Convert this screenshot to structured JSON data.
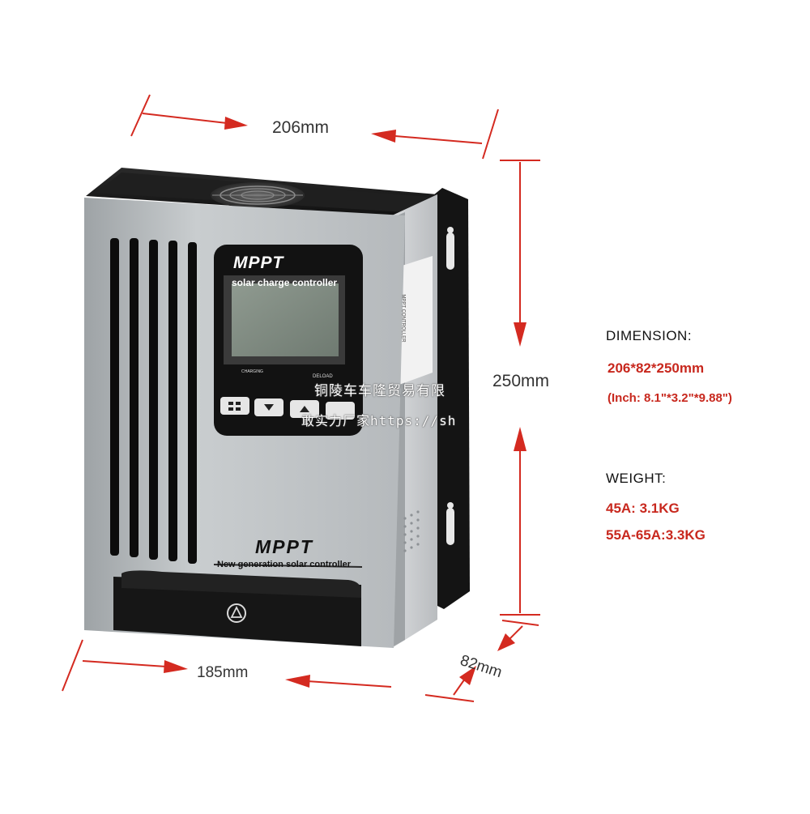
{
  "dimensions": {
    "width_label": "206mm",
    "height_label": "250mm",
    "depth_label": "82mm",
    "front_width_label": "185mm"
  },
  "device": {
    "panel_title": "MPPT",
    "panel_subtitle": "solar charge controller",
    "lcd_left_caption": "CHARGING",
    "lcd_right_caption": "DELOAD",
    "front_title": "MPPT",
    "front_subtitle": "New generation solar controller",
    "side_label": "MPPT CONTROLLER"
  },
  "specs": {
    "dimension_heading": "DIMENSION:",
    "dimension_value": "206*82*250mm",
    "dimension_inch": "(Inch: 8.1\"*3.2\"*9.88\")",
    "weight_heading": "WEIGHT:",
    "weight_45a": "45A: 3.1KG",
    "weight_55_65a": "55A-65A:3.3KG"
  },
  "watermark": {
    "line1": "铜陵车车隆贸易有限",
    "line2": "敢实力厂家https://sh"
  },
  "colors": {
    "dimension_lines": "#d42a20",
    "spec_values": "#c8281e",
    "housing": "#b9bdc0",
    "dark_trim": "#1b1b1b"
  }
}
